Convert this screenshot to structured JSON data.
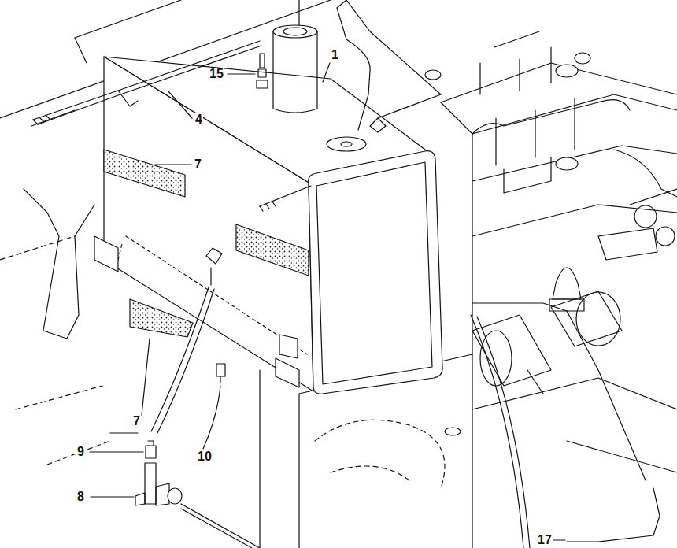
{
  "diagram": {
    "labels": [
      "15",
      "1",
      "4",
      "7",
      "7",
      "9",
      "10",
      "8",
      "17"
    ]
  }
}
